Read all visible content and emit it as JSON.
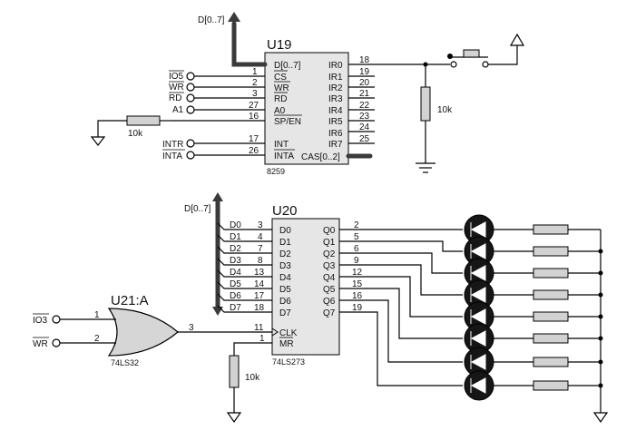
{
  "u19": {
    "ref": "U19",
    "part": "8259",
    "bus_label": "D[0..7]",
    "left_pins": [
      {
        "num": "",
        "name": "D[0..7]",
        "signal": ""
      },
      {
        "num": "1",
        "name": "CS",
        "signal": "IO5"
      },
      {
        "num": "2",
        "name": "WR",
        "signal": "WR"
      },
      {
        "num": "3",
        "name": "RD",
        "signal": "RD"
      },
      {
        "num": "27",
        "name": "A0",
        "signal": "A1"
      },
      {
        "num": "16",
        "name": "SP/EN",
        "signal": ""
      },
      {
        "num": "17",
        "name": "INT",
        "signal": "INTR"
      },
      {
        "num": "26",
        "name": "INTA",
        "signal": "INTA"
      }
    ],
    "right_pins": [
      {
        "num": "18",
        "name": "IR0"
      },
      {
        "num": "19",
        "name": "IR1"
      },
      {
        "num": "20",
        "name": "IR2"
      },
      {
        "num": "21",
        "name": "IR3"
      },
      {
        "num": "22",
        "name": "IR4"
      },
      {
        "num": "23",
        "name": "IR5"
      },
      {
        "num": "24",
        "name": "IR6"
      },
      {
        "num": "25",
        "name": "IR7"
      },
      {
        "num": "",
        "name": "CAS[0..2]"
      }
    ],
    "sp_resistor": "10k",
    "ir_resistor": "10k"
  },
  "u20": {
    "ref": "U20",
    "part": "74LS273",
    "bus_label": "D[0..7]",
    "inputs": [
      {
        "bus": "D0",
        "num": "3",
        "name": "D0"
      },
      {
        "bus": "D1",
        "num": "4",
        "name": "D1"
      },
      {
        "bus": "D2",
        "num": "7",
        "name": "D2"
      },
      {
        "bus": "D3",
        "num": "8",
        "name": "D3"
      },
      {
        "bus": "D4",
        "num": "13",
        "name": "D4"
      },
      {
        "bus": "D5",
        "num": "14",
        "name": "D5"
      },
      {
        "bus": "D6",
        "num": "17",
        "name": "D6"
      },
      {
        "bus": "D7",
        "num": "18",
        "name": "D7"
      }
    ],
    "outputs": [
      {
        "num": "2",
        "name": "Q0"
      },
      {
        "num": "5",
        "name": "Q1"
      },
      {
        "num": "6",
        "name": "Q2"
      },
      {
        "num": "9",
        "name": "Q3"
      },
      {
        "num": "12",
        "name": "Q4"
      },
      {
        "num": "15",
        "name": "Q5"
      },
      {
        "num": "16",
        "name": "Q6"
      },
      {
        "num": "19",
        "name": "Q7"
      }
    ],
    "clk": {
      "num": "11",
      "name": "CLK"
    },
    "mr": {
      "num": "1",
      "name": "MR"
    },
    "mr_resistor": "10k"
  },
  "u21": {
    "ref": "U21:A",
    "part": "74LS32",
    "in1": {
      "num": "1",
      "signal": "IO3"
    },
    "in2": {
      "num": "2",
      "signal": "WR"
    },
    "out_num": "3"
  }
}
